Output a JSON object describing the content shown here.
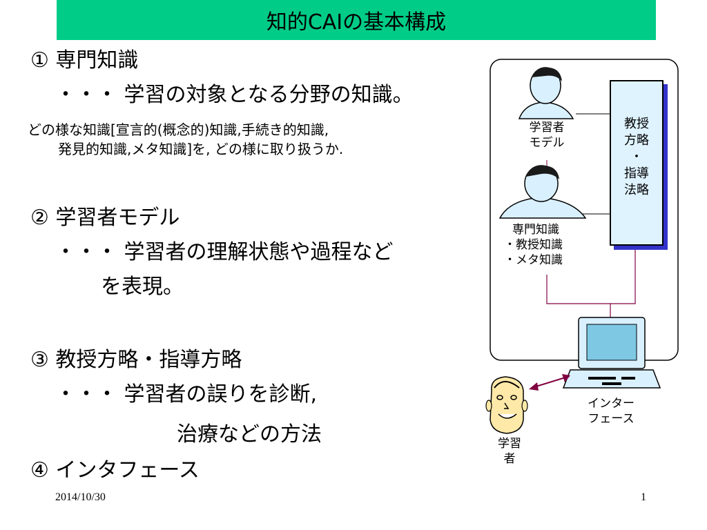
{
  "slide": {
    "title": "知的CAIの基本構成",
    "date": "2014/10/30",
    "page_number": "1"
  },
  "content": {
    "item1_heading": "①  専門知識",
    "item1_desc": "・・・  学習の対象となる分野の知識。",
    "item1_note_line1": "どの様な知識[宣言的(概念的)知識,手続き的知識,",
    "item1_note_line2": "発見的知識,メタ知識]を, どの様に取り扱うか.",
    "item2_heading": "②  学習者モデル",
    "item2_desc_line1": "・・・  学習者の理解状態や過程など",
    "item2_desc_line2": "を表現。",
    "item3_heading": "③  教授方略・指導方略",
    "item3_desc_line1": "・・・  学習者の誤りを診断,",
    "item3_desc_line2": "治療などの方法",
    "item4_heading": "④  インタフェース"
  },
  "diagram": {
    "learner_model_line1": "学習者",
    "learner_model_line2": "モデル",
    "expert_line1": "専門知識",
    "expert_line2": "・教授知識",
    "expert_line3": "・メタ知識",
    "strategy_line1": "教授",
    "strategy_line2": "方略",
    "strategy_line3": "・",
    "strategy_line4": "指導",
    "strategy_line5": "法略",
    "interface_line1": "インター",
    "interface_line2": "フェース",
    "learner_line1": "学習",
    "learner_line2": "者"
  },
  "colors": {
    "title_bar": "#00cc88",
    "strategy_fill": "#dff3ff",
    "strategy_shadow": "#3333cc",
    "connector": "#800040",
    "figure_fill": "#d9f0ff",
    "monitor_screen": "#7ec8e3",
    "face_fill": "#ffe9a8"
  }
}
